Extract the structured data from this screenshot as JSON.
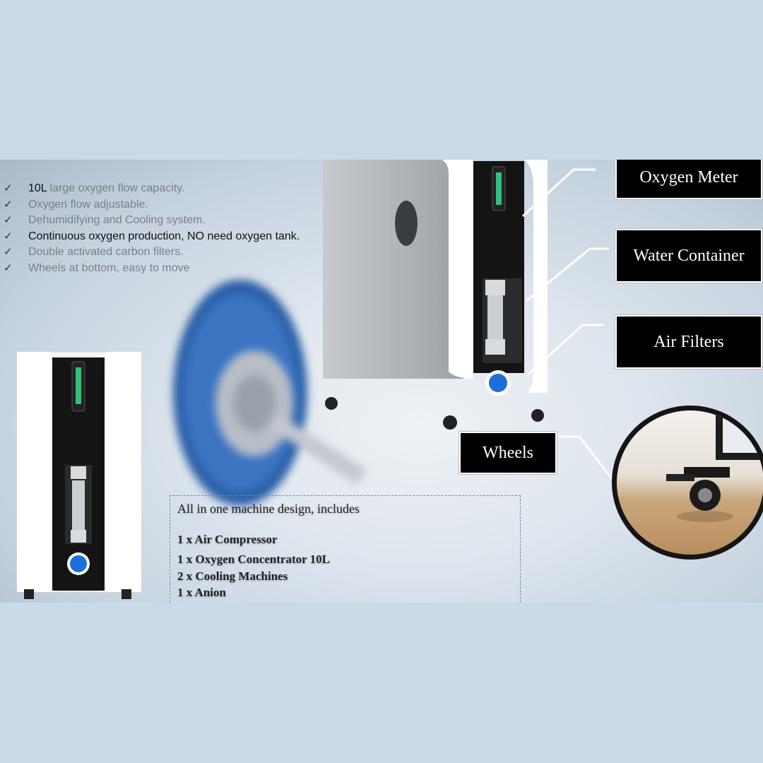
{
  "features": [
    {
      "highlight": "10L",
      "text": " large oxygen flow capacity.",
      "style": "light"
    },
    {
      "highlight": "",
      "text": "Oxygen flow adjustable.",
      "style": "light"
    },
    {
      "highlight": "",
      "text": "Dehumidifying and Cooling system.",
      "style": "light"
    },
    {
      "highlight": "",
      "text": "Continuous oxygen production, NO need oxygen tank.",
      "style": "dark"
    },
    {
      "highlight": "",
      "text": "Double activated carbon filters.",
      "style": "light"
    },
    {
      "highlight": "",
      "text": "Wheels at bottom, easy to move",
      "style": "light"
    }
  ],
  "check_glyph": "✓",
  "labels": {
    "oxygen_meter": "Oxygen Meter",
    "water_container": "Water Container",
    "air_filters": "Air Filters",
    "wheels": "Wheels"
  },
  "includes": {
    "title": "All in one machine design, includes",
    "items": [
      "1 x Air Compressor",
      "1 x Oxygen Concentrator 10L",
      "2 x Cooling Machines",
      "1 x  Anion"
    ]
  },
  "colors": {
    "label_bg": "#000000",
    "label_text": "#ffffff",
    "fan_blue": "#2a5fa8",
    "meter_green": "#2ec27e",
    "button_blue": "#1e6fd9"
  }
}
